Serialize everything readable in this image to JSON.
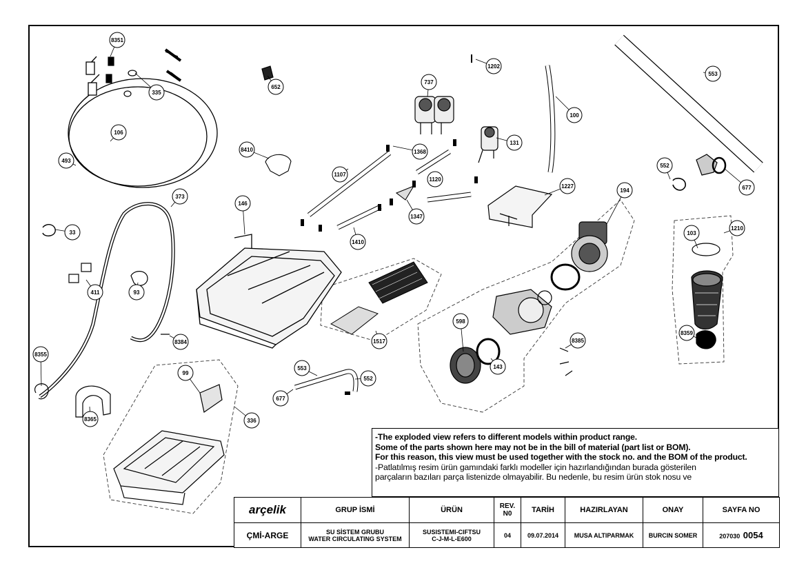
{
  "callouts": [
    "8351",
    "335",
    "652",
    "106",
    "493",
    "8410",
    "1202",
    "737",
    "100",
    "553",
    "1368",
    "131",
    "552",
    "677",
    "1107",
    "1120",
    "1227",
    "373",
    "146",
    "1347",
    "194",
    "33",
    "1410",
    "1210",
    "103",
    "411",
    "93",
    "8384",
    "1517",
    "598",
    "8385",
    "8359",
    "143",
    "8355",
    "99",
    "553",
    "552",
    "677",
    "336",
    "8365"
  ],
  "note": {
    "line1": "-The exploded view refers to different models within product range.",
    "line2": "Some of the parts shown here may not be in the bill of material (part list or BOM).",
    "line3": "For this reason, this view must be used together with the stock no. and the BOM of the product.",
    "line4": "-Patlatılmış resim ürün gamındaki farklı modeller için hazırlandığından burada gösterilen",
    "line5": "parçaların bazıları parça listenizde olmayabilir. Bu nedenle, bu resim ürün stok nosu ve"
  },
  "title_block": {
    "logo_text": "arçelik",
    "brand_color": "#000000",
    "headers": {
      "group": "GRUP İSMİ",
      "product": "ÜRÜN",
      "rev": "REV. N0",
      "date": "TARİH",
      "prepared": "HAZIRLAYAN",
      "approval": "ONAY",
      "page": "SAYFA NO"
    },
    "values": {
      "dept": "ÇMİ-ARGE",
      "group_tr": "SU SİSTEM GRUBU",
      "group_en": "WATER CIRCULATING SYSTEM",
      "product_1": "SUSISTEMI-CIFTSU",
      "product_2": "C-J-M-L-E600",
      "rev": "04",
      "date": "09.07.2014",
      "prepared": "MUSA ALTIPARMAK",
      "approval": "BURCIN SOMER",
      "page_prefix": "207030",
      "page_num": "0054"
    }
  }
}
